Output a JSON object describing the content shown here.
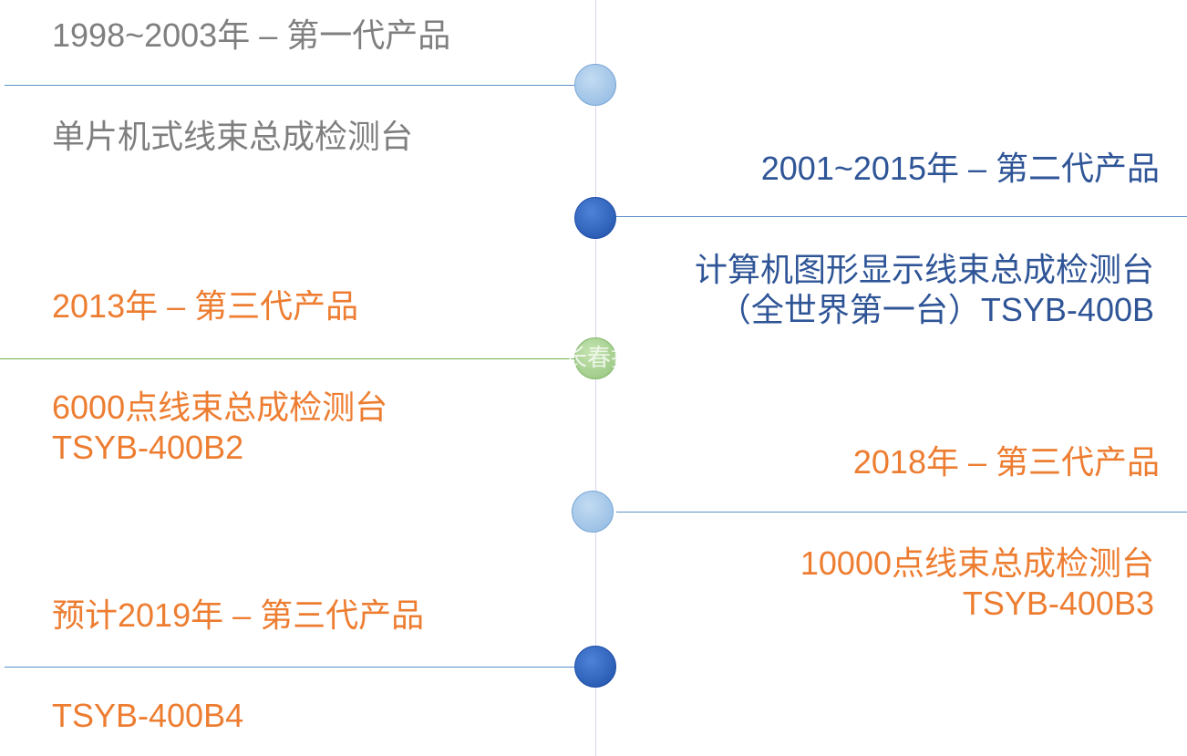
{
  "timeline": {
    "items": [
      {
        "heading": "1998~2003年 – 第一代产品",
        "desc_lines": [
          "单片机式线束总成检测台"
        ]
      },
      {
        "heading": "2001~2015年 – 第二代产品",
        "desc_lines": [
          "计算机图形显示线束总成检测台",
          "（全世界第一台）TSYB-400B"
        ]
      },
      {
        "heading": "2013年 – 第三代产品",
        "desc_lines": [
          "6000点线束总成检测台",
          "TSYB-400B2"
        ]
      },
      {
        "heading": "2018年 – 第三代产品",
        "desc_lines": [
          "10000点线束总成检测台",
          "TSYB-400B3"
        ]
      },
      {
        "heading": "预计2019年 – 第三代产品",
        "desc_lines": [
          "TSYB-400B4"
        ]
      }
    ]
  },
  "watermark": "长春技",
  "colors": {
    "gray_text": "#7f7f7f",
    "blue_text": "#2f5597",
    "orange_text": "#ed7d31",
    "light_blue_node": "#9dc3e6",
    "dark_blue_node": "#2e63c0",
    "green_node": "#a9d18e"
  }
}
